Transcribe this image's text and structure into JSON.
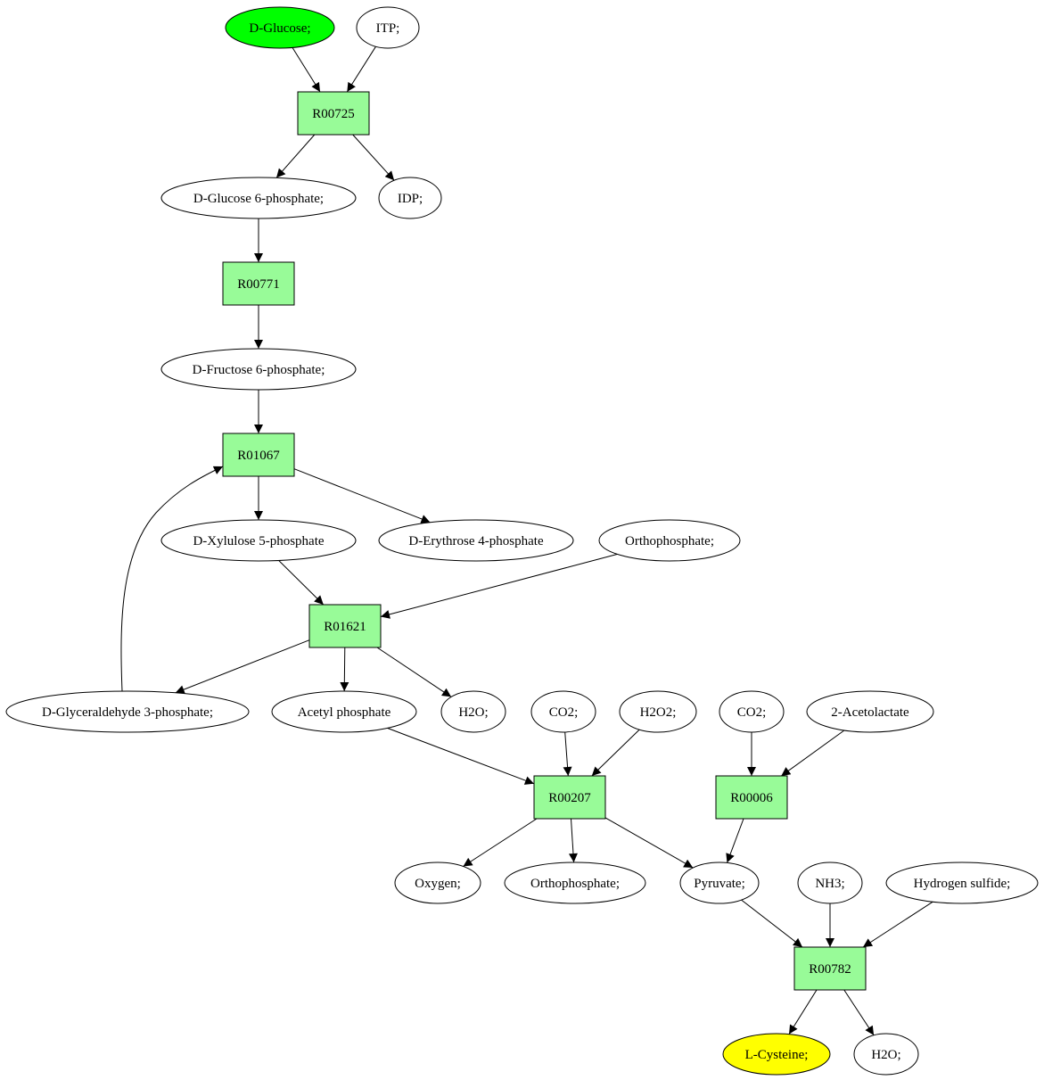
{
  "colors": {
    "reaction": "#98fb98",
    "compound": "#ffffff",
    "start": "#00ff00",
    "target": "#ffff00"
  },
  "nodes": [
    {
      "id": "n_glucose",
      "label": "D-Glucose;",
      "shape": "ellipse",
      "role": "start"
    },
    {
      "id": "n_itp",
      "label": "ITP;",
      "shape": "ellipse",
      "role": "compound"
    },
    {
      "id": "r_00725",
      "label": "R00725",
      "shape": "box",
      "role": "reaction"
    },
    {
      "id": "n_g6p",
      "label": "D-Glucose 6-phosphate;",
      "shape": "ellipse",
      "role": "compound"
    },
    {
      "id": "n_idp",
      "label": "IDP;",
      "shape": "ellipse",
      "role": "compound"
    },
    {
      "id": "r_00771",
      "label": "R00771",
      "shape": "box",
      "role": "reaction"
    },
    {
      "id": "n_f6p",
      "label": "D-Fructose 6-phosphate;",
      "shape": "ellipse",
      "role": "compound"
    },
    {
      "id": "r_01067",
      "label": "R01067",
      "shape": "box",
      "role": "reaction"
    },
    {
      "id": "n_x5p",
      "label": "D-Xylulose 5-phosphate",
      "shape": "ellipse",
      "role": "compound"
    },
    {
      "id": "n_e4p",
      "label": "D-Erythrose 4-phosphate",
      "shape": "ellipse",
      "role": "compound"
    },
    {
      "id": "n_ortho1",
      "label": "Orthophosphate;",
      "shape": "ellipse",
      "role": "compound"
    },
    {
      "id": "r_01621",
      "label": "R01621",
      "shape": "box",
      "role": "reaction"
    },
    {
      "id": "n_g3p",
      "label": "D-Glyceraldehyde 3-phosphate;",
      "shape": "ellipse",
      "role": "compound"
    },
    {
      "id": "n_acp",
      "label": "Acetyl phosphate",
      "shape": "ellipse",
      "role": "compound"
    },
    {
      "id": "n_h2o1",
      "label": "H2O;",
      "shape": "ellipse",
      "role": "compound"
    },
    {
      "id": "n_co2a",
      "label": "CO2;",
      "shape": "ellipse",
      "role": "compound"
    },
    {
      "id": "n_h2o2",
      "label": "H2O2;",
      "shape": "ellipse",
      "role": "compound"
    },
    {
      "id": "n_co2b",
      "label": "CO2;",
      "shape": "ellipse",
      "role": "compound"
    },
    {
      "id": "n_acetolactate",
      "label": "2-Acetolactate",
      "shape": "ellipse",
      "role": "compound"
    },
    {
      "id": "r_00207",
      "label": "R00207",
      "shape": "box",
      "role": "reaction"
    },
    {
      "id": "r_00006",
      "label": "R00006",
      "shape": "box",
      "role": "reaction"
    },
    {
      "id": "n_oxygen",
      "label": "Oxygen;",
      "shape": "ellipse",
      "role": "compound"
    },
    {
      "id": "n_ortho2",
      "label": "Orthophosphate;",
      "shape": "ellipse",
      "role": "compound"
    },
    {
      "id": "n_pyruvate",
      "label": "Pyruvate;",
      "shape": "ellipse",
      "role": "compound"
    },
    {
      "id": "n_nh3",
      "label": "NH3;",
      "shape": "ellipse",
      "role": "compound"
    },
    {
      "id": "n_h2s",
      "label": "Hydrogen sulfide;",
      "shape": "ellipse",
      "role": "compound"
    },
    {
      "id": "r_00782",
      "label": "R00782",
      "shape": "box",
      "role": "reaction"
    },
    {
      "id": "n_cysteine",
      "label": "L-Cysteine;",
      "shape": "ellipse",
      "role": "target"
    },
    {
      "id": "n_h2o3",
      "label": "H2O;",
      "shape": "ellipse",
      "role": "compound"
    }
  ],
  "edges": [
    {
      "from": "n_glucose",
      "to": "r_00725"
    },
    {
      "from": "n_itp",
      "to": "r_00725"
    },
    {
      "from": "r_00725",
      "to": "n_g6p"
    },
    {
      "from": "r_00725",
      "to": "n_idp"
    },
    {
      "from": "n_g6p",
      "to": "r_00771"
    },
    {
      "from": "r_00771",
      "to": "n_f6p"
    },
    {
      "from": "n_f6p",
      "to": "r_01067"
    },
    {
      "from": "r_01067",
      "to": "n_x5p"
    },
    {
      "from": "r_01067",
      "to": "n_e4p"
    },
    {
      "from": "n_x5p",
      "to": "r_01621"
    },
    {
      "from": "n_ortho1",
      "to": "r_01621"
    },
    {
      "from": "r_01621",
      "to": "n_g3p"
    },
    {
      "from": "r_01621",
      "to": "n_acp"
    },
    {
      "from": "r_01621",
      "to": "n_h2o1"
    },
    {
      "from": "n_g3p",
      "to": "r_01067"
    },
    {
      "from": "n_acp",
      "to": "r_00207"
    },
    {
      "from": "n_co2a",
      "to": "r_00207"
    },
    {
      "from": "n_h2o2",
      "to": "r_00207"
    },
    {
      "from": "n_co2b",
      "to": "r_00006"
    },
    {
      "from": "n_acetolactate",
      "to": "r_00006"
    },
    {
      "from": "r_00207",
      "to": "n_oxygen"
    },
    {
      "from": "r_00207",
      "to": "n_ortho2"
    },
    {
      "from": "r_00207",
      "to": "n_pyruvate"
    },
    {
      "from": "r_00006",
      "to": "n_pyruvate"
    },
    {
      "from": "n_pyruvate",
      "to": "r_00782"
    },
    {
      "from": "n_nh3",
      "to": "r_00782"
    },
    {
      "from": "n_h2s",
      "to": "r_00782"
    },
    {
      "from": "r_00782",
      "to": "n_cysteine"
    },
    {
      "from": "r_00782",
      "to": "n_h2o3"
    }
  ]
}
